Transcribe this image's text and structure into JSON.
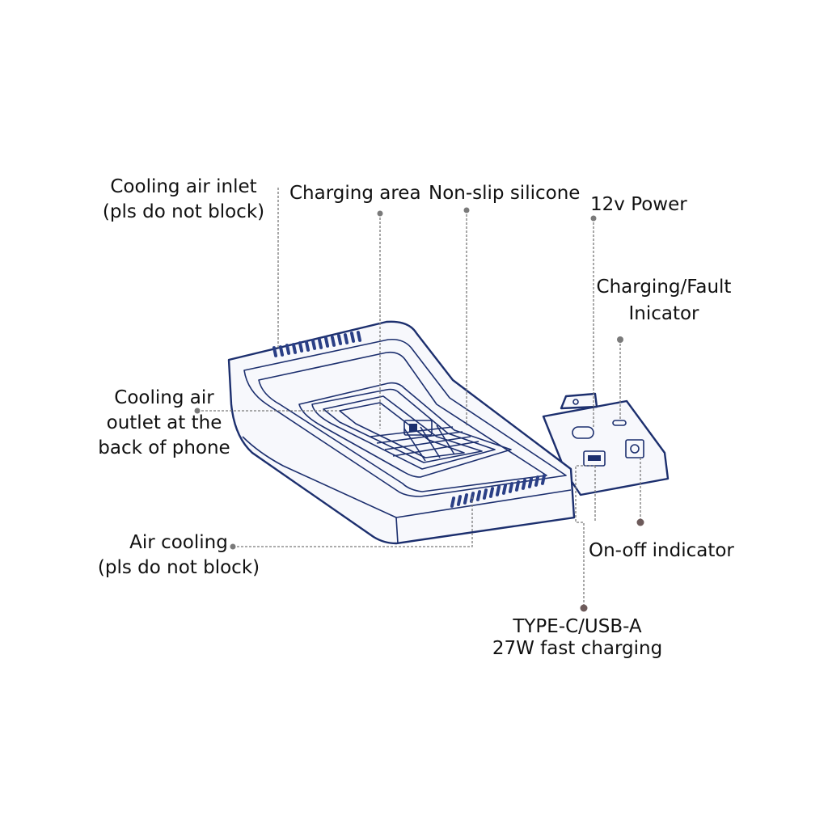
{
  "labels": {
    "cooling_inlet_line1": "Cooling air inlet",
    "cooling_inlet_line2": "(pls do not block)",
    "charging_area": "Charging area",
    "non_slip": "Non-slip silicone",
    "power_12v": "12v Power",
    "fault_line1": "Charging/Fault",
    "fault_line2": "Inicator",
    "outlet_line1": "Cooling air",
    "outlet_line2": "outlet at the",
    "outlet_line3": "back of phone",
    "air_cooling_line1": "Air cooling",
    "air_cooling_line2": "(pls do not block)",
    "onoff": "On-off indicator",
    "usb_line1": "TYPE-C/USB-A",
    "usb_line2": "27W fast charging"
  },
  "colors": {
    "outline": "#1c2f6e",
    "leader": "#7a7a7a",
    "text": "#111111"
  }
}
